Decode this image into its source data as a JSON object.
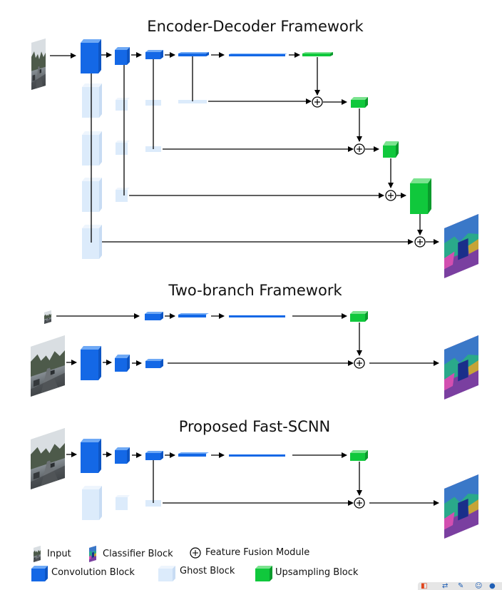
{
  "titles": {
    "encoder_decoder": "Encoder-Decoder Framework",
    "two_branch": "Two-branch Framework",
    "proposed": "Proposed Fast-SCNN"
  },
  "legend": {
    "input": "Input",
    "classifier": "Classifier Block",
    "fusion": "Feature Fusion Module",
    "convolution": "Convolution Block",
    "ghost": "Ghost Block",
    "upsampling": "Upsampling Block"
  },
  "colors": {
    "conv": "#1468e6",
    "ghost": "#dcebfb",
    "upsample": "#10c83c",
    "arrow": "#000000"
  },
  "icons": {
    "fusion": "circled-plus-icon",
    "input": "street-scene-thumbnail",
    "output": "segmentation-map-thumbnail"
  }
}
